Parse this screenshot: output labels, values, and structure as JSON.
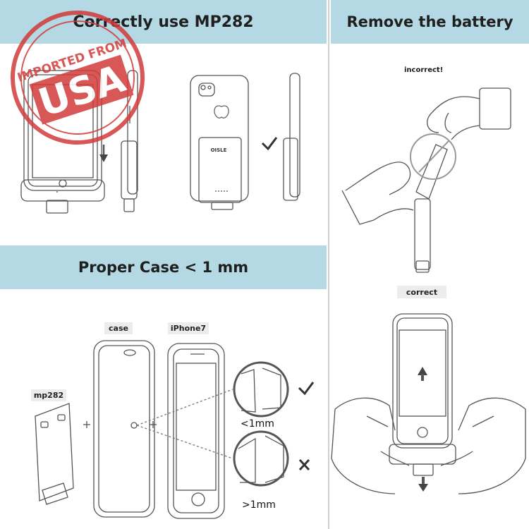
{
  "stamp": {
    "country": "USA",
    "ring_text": "IMPORTED FROM"
  },
  "sections": {
    "correct_use": {
      "title": "Correctly use MP282"
    },
    "remove_battery": {
      "title": "Remove the battery",
      "incorrect_label": "incorrect!",
      "correct_label": "correct"
    },
    "proper_case": {
      "title": "Proper Case < 1 mm",
      "case_label": "case",
      "iphone_label": "iPhone7",
      "mp282_label": "mp282",
      "lt_label": "<1mm",
      "gt_label": ">1mm"
    }
  },
  "device": {
    "brand_text": "OISLE"
  },
  "colors": {
    "banner": "#b4d8e4",
    "stamp": "#d23a3a",
    "line": "#555555"
  }
}
